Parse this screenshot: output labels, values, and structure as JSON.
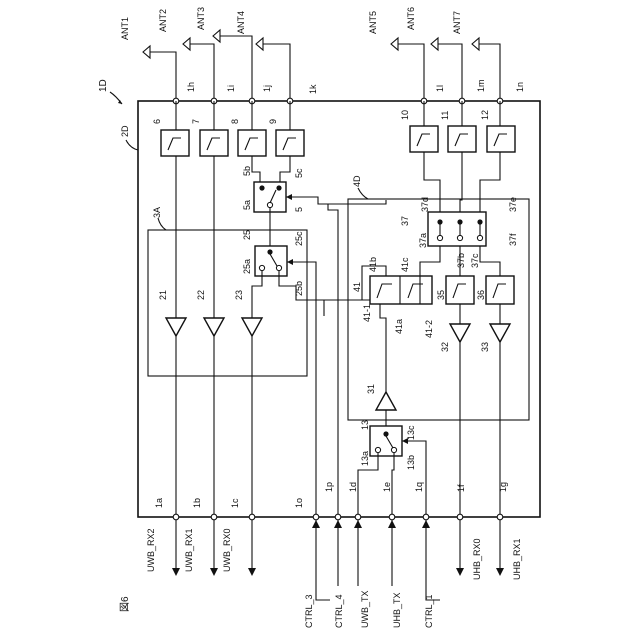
{
  "figure_label": "図6",
  "module_label": "1D",
  "substrate_label": "2D",
  "block_3a_label": "3A",
  "block_4d_label": "4D",
  "antennas": [
    "ANT1",
    "ANT2",
    "ANT3",
    "ANT4",
    "ANT5",
    "ANT6",
    "ANT7"
  ],
  "ant_terminals": [
    "1h",
    "1i",
    "1j",
    "1k",
    "1l",
    "1m",
    "1n"
  ],
  "filters_top": [
    "6",
    "7",
    "8",
    "9",
    "10",
    "11",
    "12"
  ],
  "switch5": {
    "name": "5",
    "terms": [
      "5a",
      "5b",
      "5c"
    ]
  },
  "switch25": {
    "name": "25",
    "terms": [
      "25",
      "25a",
      "25b",
      "25c"
    ]
  },
  "switch37": {
    "name": "37",
    "terms": [
      "37a",
      "37b",
      "37c",
      "37d",
      "37e",
      "37f"
    ]
  },
  "switch13": {
    "name": "13",
    "terms": [
      "13a",
      "13b",
      "13c"
    ]
  },
  "lnas_3a": [
    "21",
    "22",
    "23"
  ],
  "filters_4d": [
    "41",
    "35",
    "36"
  ],
  "filter41_parts": [
    "41-1",
    "41-2",
    "41a",
    "41b",
    "41c"
  ],
  "lnas_4d": [
    "32",
    "33"
  ],
  "pa": "31",
  "bottom_terminals": [
    "1a",
    "1b",
    "1c",
    "1o",
    "1p",
    "1d",
    "1e",
    "1q",
    "1f",
    "1g"
  ],
  "signals": [
    "UWB_RX2",
    "UWB_RX1",
    "UWB_RX0",
    "CTRL_3",
    "CTRL_4",
    "UWB_TX",
    "UHB_TX",
    "CTRL_1",
    "UHB_RX0",
    "UHB_RX1"
  ]
}
